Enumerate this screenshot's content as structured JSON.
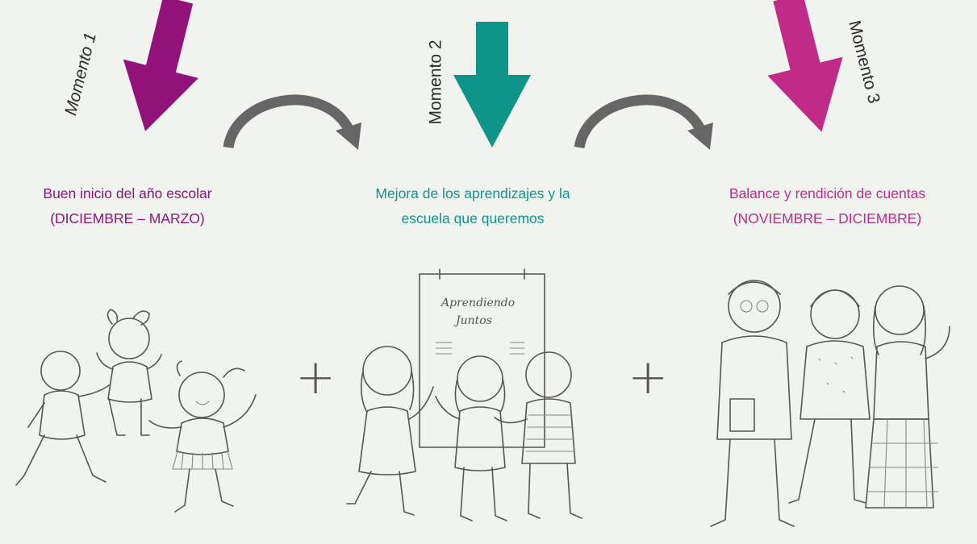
{
  "colors": {
    "moment1": "#93127a",
    "moment2": "#0f948a",
    "moment3": "#c22a87",
    "connector": "#666666",
    "background": "#f1f4ee"
  },
  "moments": [
    {
      "label": "Momento 1",
      "title_line1": "Buen inicio del año escolar",
      "title_line2": "(DICIEMBRE – MARZO)",
      "illustration": "children-playing-illustration"
    },
    {
      "label": "Momento 2",
      "title_line1": "Mejora de los aprendizajes y la",
      "title_line2": "escuela que queremos",
      "illustration": "children-poster-illustration",
      "poster_line1": "Aprendiendo",
      "poster_line2": "Juntos"
    },
    {
      "label": "Momento 3",
      "title_line1": "Balance y rendición de cuentas",
      "title_line2": "(NOVIEMBRE – DICIEMBRE)",
      "illustration": "adults-group-illustration"
    }
  ],
  "plus_signs": [
    "+",
    "+"
  ]
}
